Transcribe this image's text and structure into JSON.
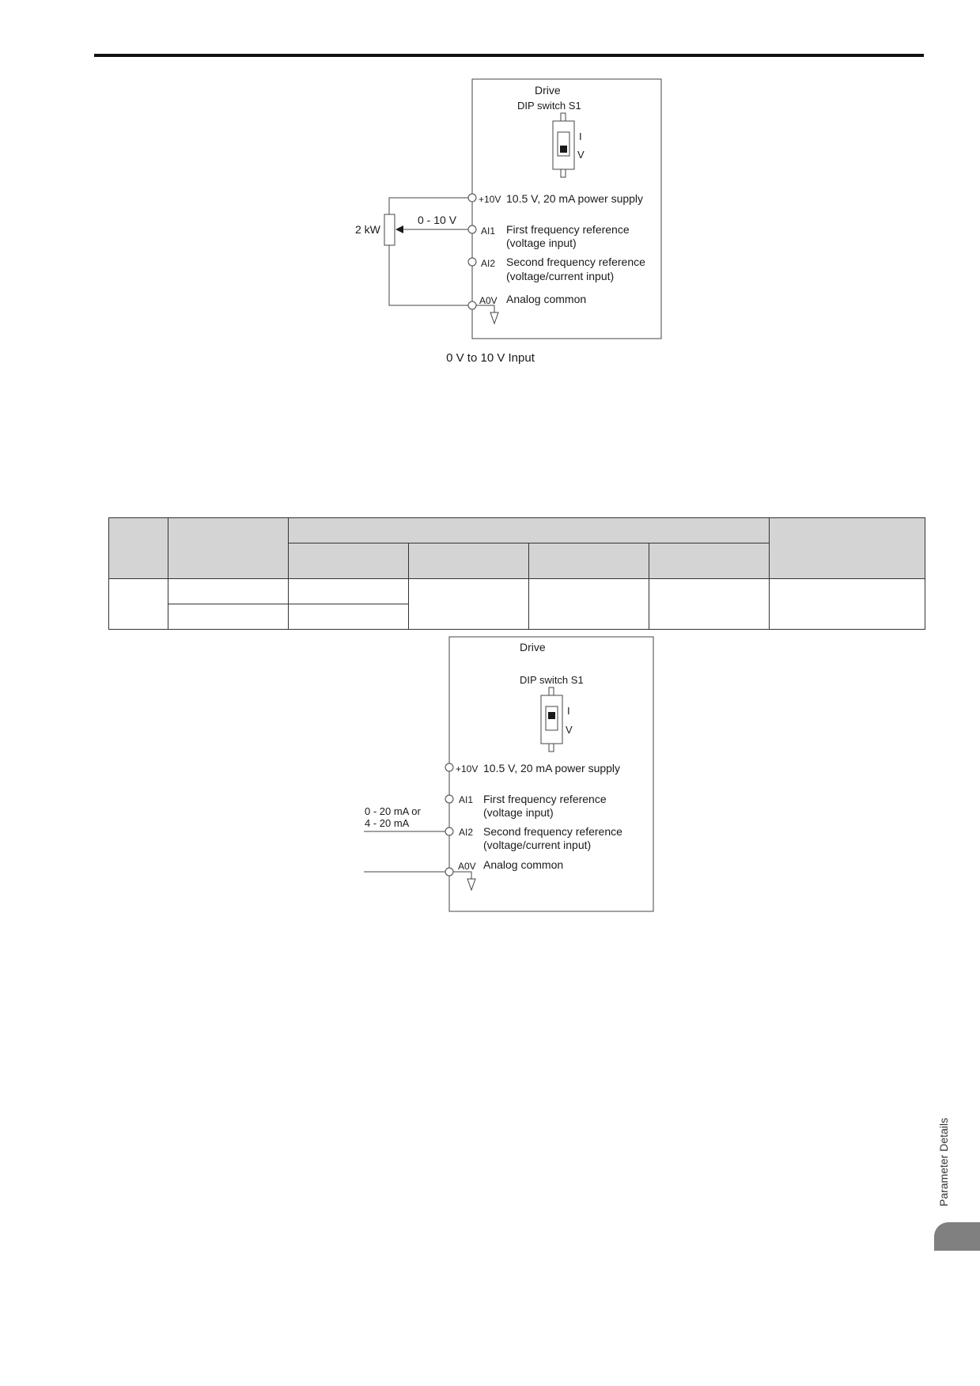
{
  "diagram1": {
    "drive_label": "Drive",
    "dip_label": "DIP switch S1",
    "switch_i": "I",
    "switch_v": "V",
    "term_10v": "+10V",
    "term_10v_desc": "10.5 V, 20 mA power supply",
    "term_ai1": "AI1",
    "term_ai1_desc1": "First frequency reference",
    "term_ai1_desc2": "(voltage input)",
    "term_ai2": "AI2",
    "term_ai2_desc1": "Second frequency reference",
    "term_ai2_desc2": "(voltage/current input)",
    "term_a0v": "A0V",
    "term_a0v_desc": "Analog common",
    "pot_label": "2 kW",
    "voltage_label": "0 - 10 V",
    "caption": "0 V to 10 V Input"
  },
  "diagram2": {
    "drive_label": "Drive",
    "dip_label": "DIP switch S1",
    "switch_i": "I",
    "switch_v": "V",
    "term_10v": "+10V",
    "term_10v_desc": "10.5 V, 20 mA power supply",
    "term_ai1": "AI1",
    "term_ai1_desc1": "First frequency reference",
    "term_ai1_desc2": "(voltage input)",
    "term_ai2": "AI2",
    "term_ai2_desc1": "Second frequency reference",
    "term_ai2_desc2": "(voltage/current input)",
    "term_a0v": "A0V",
    "term_a0v_desc": "Analog common",
    "input_label1": "0 - 20 mA or",
    "input_label2": "4 - 20 mA"
  },
  "side_tab": {
    "label": "Parameter Details"
  }
}
